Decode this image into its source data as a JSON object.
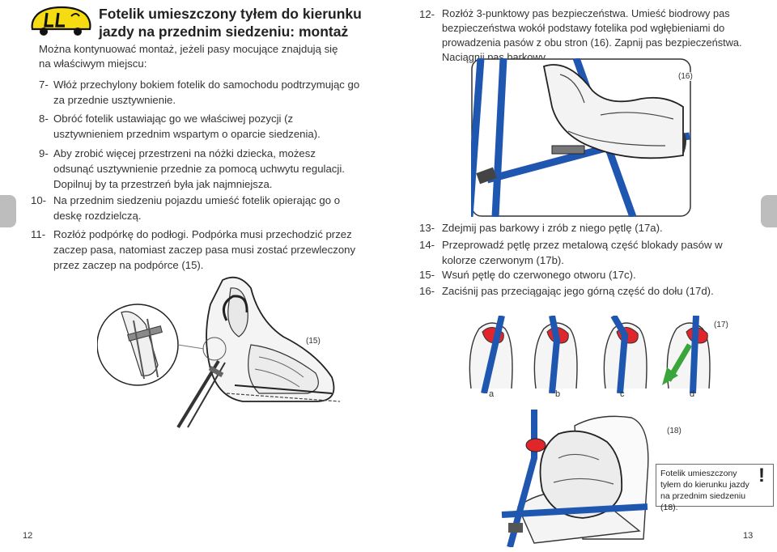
{
  "header": {
    "title": "Fotelik umieszczony tyłem do kierunku jazdy na przednim siedzeniu: montaż"
  },
  "left": {
    "intro": "Można kontynuować montaż, jeżeli pasy mocujące znajdują się na właściwym miejscu:",
    "steps": [
      {
        "num": "7-",
        "text": "Włóż przechylony bokiem fotelik do samochodu podtrzymując go za przednie usztywnienie."
      },
      {
        "num": "8-",
        "text": "Obróć fotelik ustawiając go we właściwej pozycji (z usztywnieniem przednim wspartym o oparcie siedzenia)."
      },
      {
        "num": "9-",
        "text": "Aby zrobić więcej przestrzeni na nóżki dziecka, możesz odsunąć usztywnienie przednie za pomocą uchwytu regulacji. Dopilnuj by ta przestrzeń była jak najmniejsza."
      },
      {
        "num": "10-",
        "text": "Na przednim siedzeniu pojazdu umieść fotelik opierając go o deskę rozdzielczą."
      },
      {
        "num": "11-",
        "text": "Rozłóż podpórkę do podłogi. Podpórka musi przechodzić przez zaczep pasa, natomiast zaczep pasa musi zostać przewleczony przez zaczep na podpórce (15)."
      }
    ],
    "figure_label": "(15)",
    "page_number": "12"
  },
  "right": {
    "steps_top": [
      {
        "num": "12-",
        "text": "Rozłóż 3-punktowy pas bezpieczeństwa. Umieść biodrowy pas bezpieczeństwa wokół podstawy fotelika pod wgłębieniami do prowadzenia pasów z obu stron (16). Zapnij pas bezpieczeństwa. Naciągnij pas barkowy."
      }
    ],
    "figure16_label": "(16)",
    "steps_bottom": [
      {
        "num": "13-",
        "text": "Zdejmij pas barkowy i zrób z niego pętlę (17a)."
      },
      {
        "num": "14-",
        "text": "Przeprowadź pętlę przez metalową część blokady pasów w kolorze czerwonym (17b)."
      },
      {
        "num": "15-",
        "text": "Wsuń pętlę do czerwonego otworu (17c)."
      },
      {
        "num": "16-",
        "text": "Zaciśnij pas przeciągając jego górną część do dołu (17d)."
      }
    ],
    "figure17_label": "(17)",
    "figure17_letters": [
      "a",
      "b",
      "c",
      "d"
    ],
    "figure18_label": "(18)",
    "warning": {
      "text": "Fotelik umieszczony tyłem do kierunku jazdy na przednim siedzeniu (18).",
      "mark": "!"
    },
    "page_number": "13"
  },
  "colors": {
    "belt_blue": "#1f57b0",
    "lock_red": "#e0262b",
    "arrow_green": "#3aa53a",
    "logo_yellow": "#f5dc12",
    "tab_gray": "#bdbdbd"
  }
}
